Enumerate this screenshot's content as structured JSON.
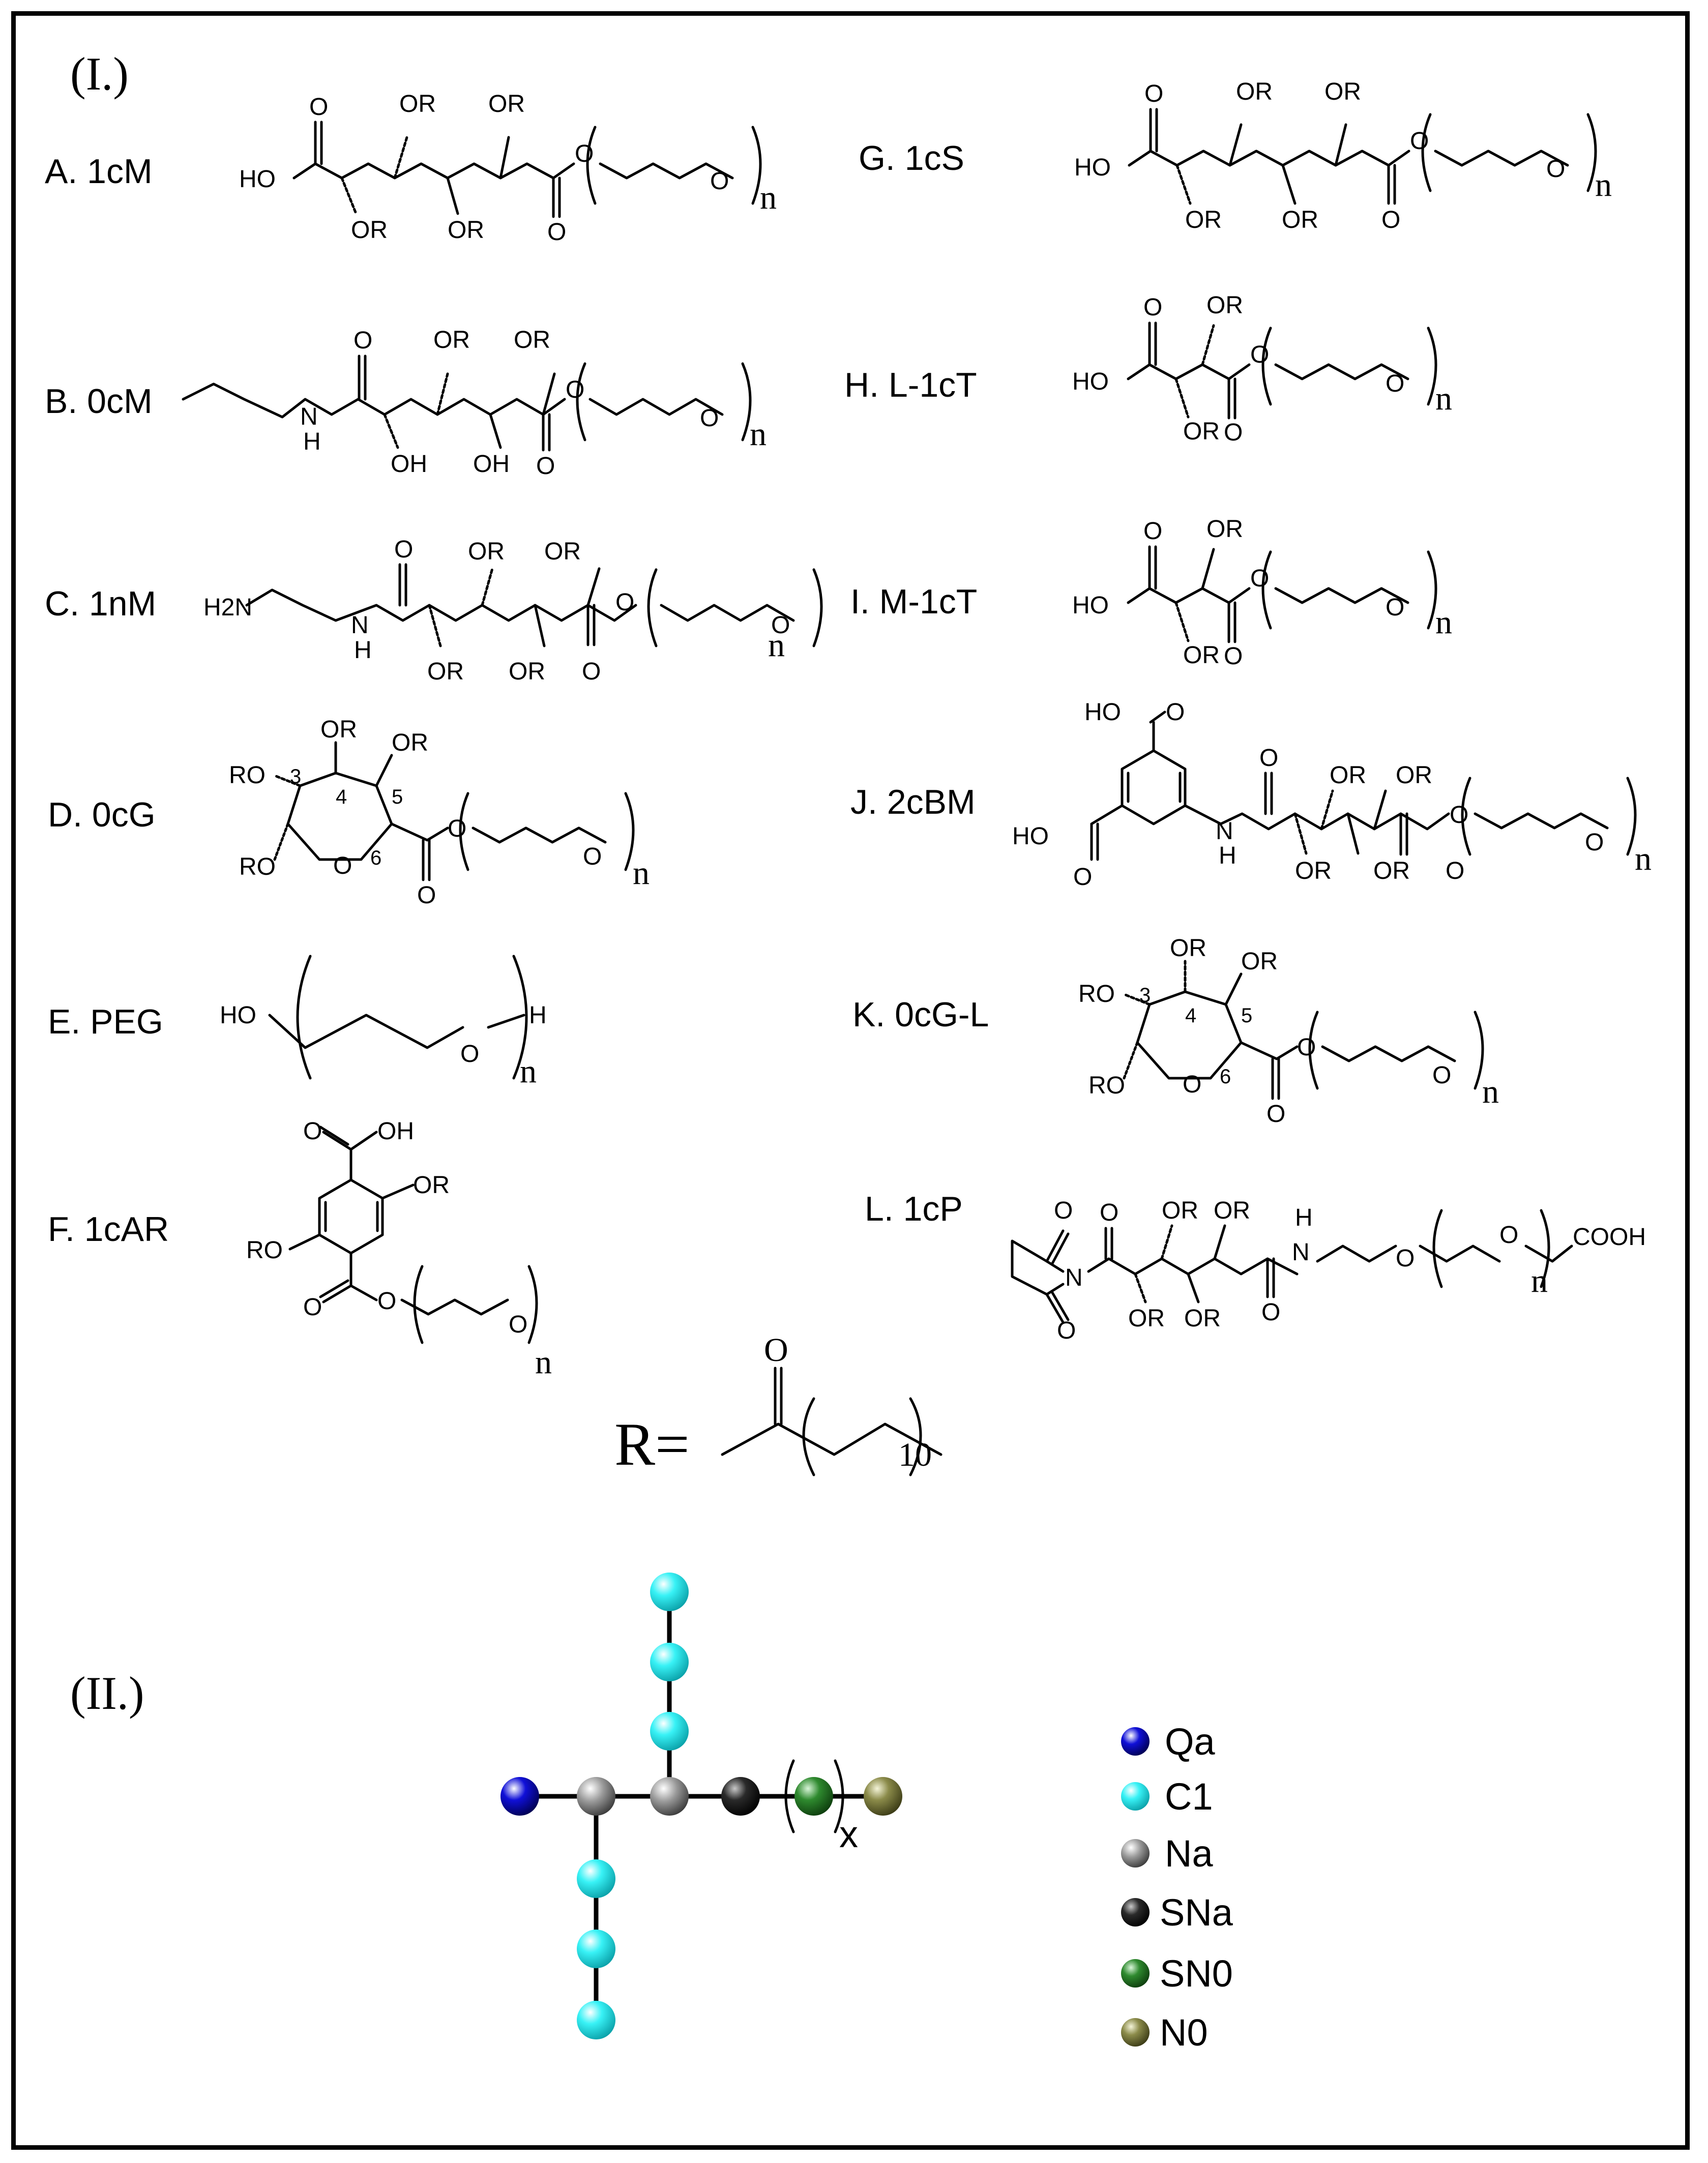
{
  "section_1": "(I.)",
  "section_2": "(II.)",
  "compounds": [
    {
      "key": "A",
      "label": "A. 1cM"
    },
    {
      "key": "B",
      "label": "B. 0cM"
    },
    {
      "key": "C",
      "label": "C. 1nM"
    },
    {
      "key": "D",
      "label": "D. 0cG"
    },
    {
      "key": "E",
      "label": "E. PEG"
    },
    {
      "key": "F",
      "label": "F. 1cAR"
    },
    {
      "key": "G",
      "label": "G. 1cS"
    },
    {
      "key": "H",
      "label": "H. L-1cT"
    },
    {
      "key": "I",
      "label": "I. M-1cT"
    },
    {
      "key": "J",
      "label": "J. 2cBM"
    },
    {
      "key": "K",
      "label": "K. 0cG-L"
    },
    {
      "key": "L",
      "label": "L. 1cP"
    }
  ],
  "atoms": {
    "oxygen": "O",
    "hydroxyl_left": "HO",
    "hydroxyl": "OH",
    "ester_group": "OR",
    "ester_group_left": "RO",
    "nitrogen": "N",
    "hydrogen": "H",
    "amine": "H2N",
    "acid": "COOH",
    "repeat": "n",
    "pos3": "3",
    "pos4": "4",
    "pos5": "5",
    "pos6": "6"
  },
  "r_group": {
    "label": "R=",
    "repeat": "10"
  },
  "cg_model": {
    "repeat": "x"
  },
  "legend": [
    {
      "label": "Qa",
      "color": "#1010d8"
    },
    {
      "label": "C1",
      "color": "#38f2f6"
    },
    {
      "label": "Na",
      "color": "#9a9a9a"
    },
    {
      "label": "SNa",
      "color": "#2a2a2a"
    },
    {
      "label": "SN0",
      "color": "#2f8a2f"
    },
    {
      "label": "N0",
      "color": "#8b8b4a"
    }
  ]
}
